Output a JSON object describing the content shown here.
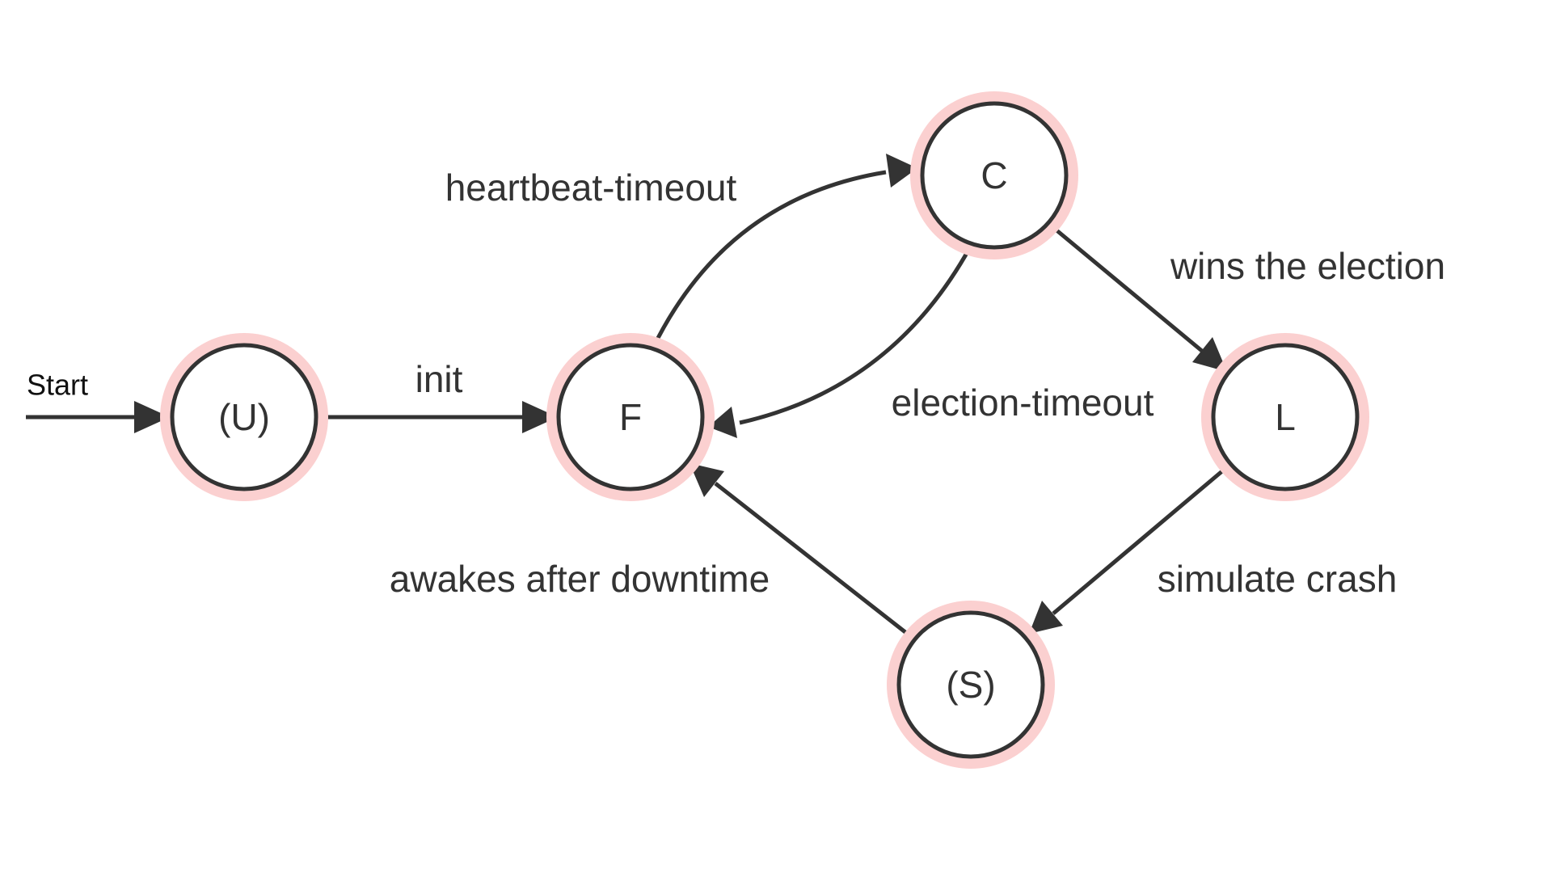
{
  "diagram": {
    "start_label": "Start",
    "states": {
      "u": "(U)",
      "f": "F",
      "c": "C",
      "l": "L",
      "s": "(S)"
    },
    "transitions": {
      "init": "init",
      "heartbeat_timeout": "heartbeat-timeout",
      "election_timeout": "election-timeout",
      "wins_election": "wins the election",
      "simulate_crash": "simulate crash",
      "awakes_after_downtime": "awakes after downtime"
    },
    "colors": {
      "state_halo": "#fbd0d0",
      "stroke": "#333333"
    }
  }
}
